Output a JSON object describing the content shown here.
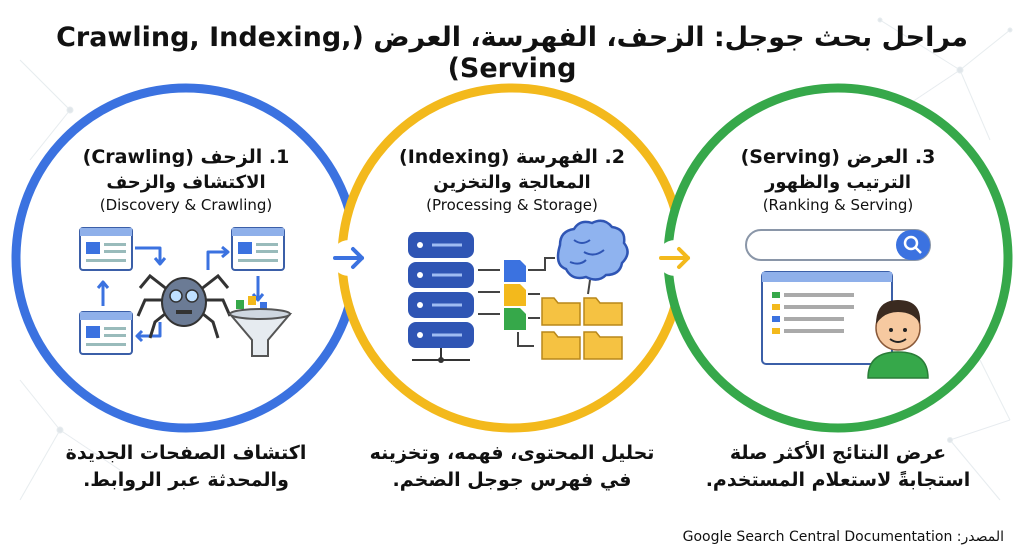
{
  "title": "مراحل بحث جوجل: الزحف، الفهرسة، العرض (Crawling, Indexing, Serving)",
  "stages": [
    {
      "heading": "1. الزحف (Crawling)",
      "subheading": "الاكتشاف والزحف",
      "english": "(Discovery & Crawling)",
      "caption_line1": "اكتشاف الصفحات الجديدة",
      "caption_line2": "والمحدثة عبر الروابط.",
      "color": "#3b72e0"
    },
    {
      "heading": "2. الفهرسة (Indexing)",
      "subheading": "المعالجة والتخزين",
      "english": "(Processing & Storage)",
      "caption_line1": "تحليل المحتوى، فهمه، وتخزينه",
      "caption_line2": "في فهرس جوجل الضخم.",
      "color": "#f3b91c"
    },
    {
      "heading": "3. العرض (Serving)",
      "subheading": "الترتيب والظهور",
      "english": "(Ranking & Serving)",
      "caption_line1": "عرض النتائج الأكثر صلة",
      "caption_line2": "استجابةً لاستعلام المستخدم.",
      "color": "#36a84a"
    }
  ],
  "source": "المصدر: Google Search Central Documentation",
  "icons": [
    "webpage-icon",
    "spider-bot-icon",
    "funnel-icon",
    "database-icon",
    "document-icon",
    "brain-icon",
    "folder-icon",
    "search-bar-icon",
    "search-icon",
    "results-page-icon",
    "user-avatar-icon",
    "arrow-right-icon"
  ]
}
